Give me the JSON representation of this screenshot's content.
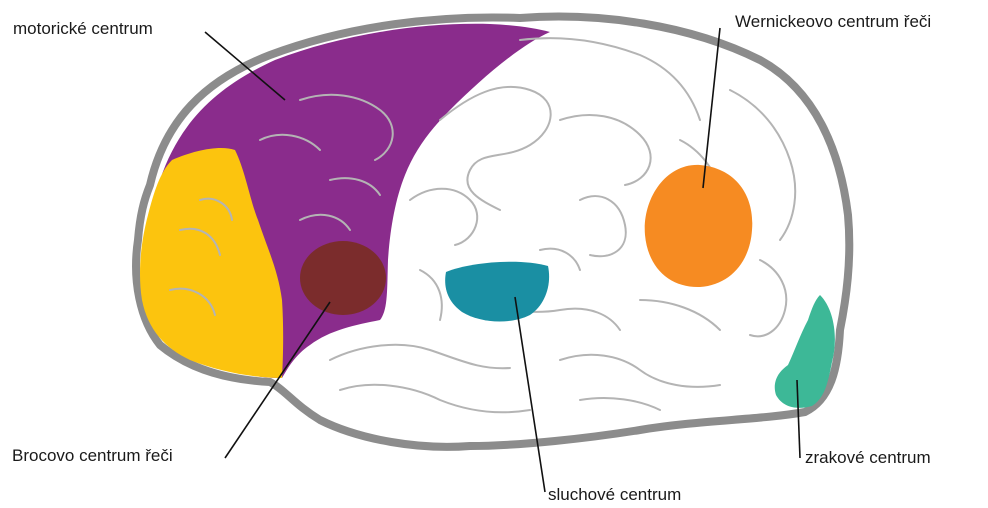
{
  "labels": {
    "motor": "motorické centrum",
    "wernicke": "Wernickeovo centrum řeči",
    "broca": "Brocovo centrum řeči",
    "visual": "zrakové centrum",
    "auditory": "sluchové centrum"
  },
  "colors": {
    "motor": "#8a2c8c",
    "frontal": "#fcc40e",
    "broca": "#7b2c2c",
    "auditory": "#1a8fa3",
    "wernicke": "#f68b22",
    "visual": "#3db897",
    "outline": "#8c8c8c",
    "gyri": "#b4b4b4"
  }
}
